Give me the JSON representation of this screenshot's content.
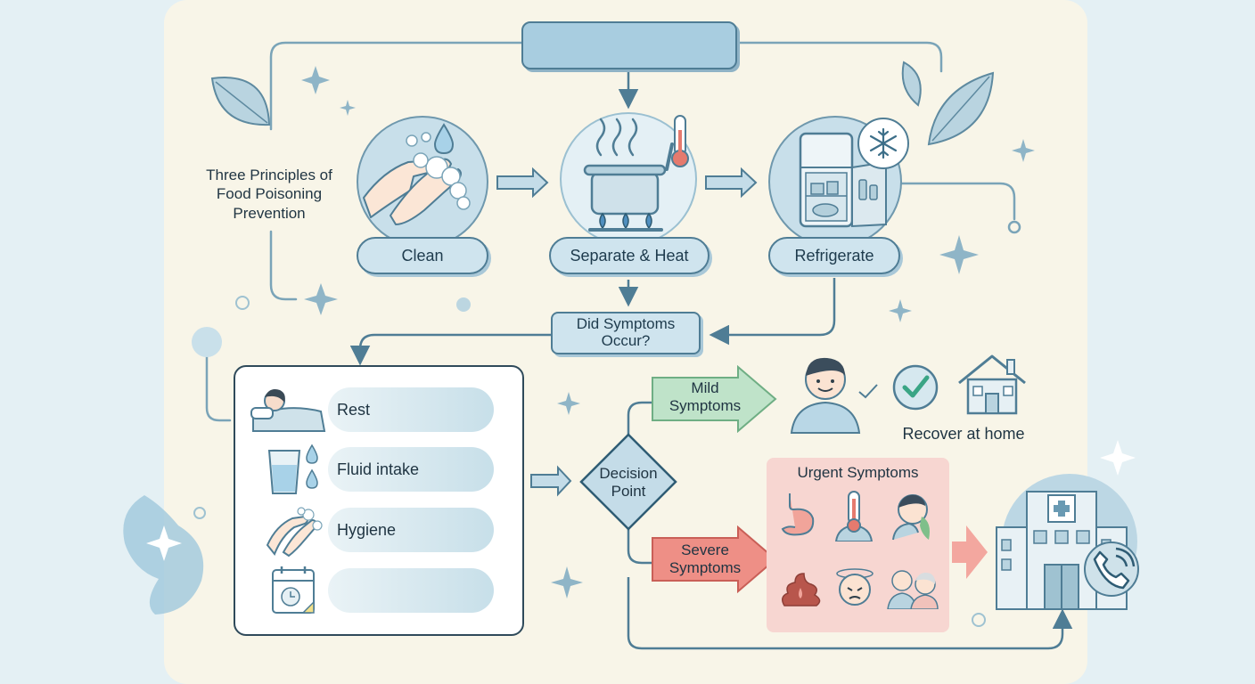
{
  "title": "Three Principles of Food Poisoning Prevention",
  "principles": [
    {
      "label": "Clean"
    },
    {
      "label": "Separate & Heat"
    },
    {
      "label": "Refrigerate"
    }
  ],
  "question": "Did Symptoms Occur?",
  "care_items": [
    {
      "label": "Rest"
    },
    {
      "label": "Fluid intake"
    },
    {
      "label": "Hygiene"
    },
    {
      "label": ""
    }
  ],
  "decision": "Decision Point",
  "mild": {
    "label": "Mild Symptoms",
    "outcome": "Recover at home"
  },
  "severe": {
    "label": "Severe Symptoms"
  },
  "urgent": {
    "title": "Urgent Symptoms"
  },
  "colors": {
    "accent": "#4f7d95",
    "mild": "#bfe3c9",
    "severe": "#ee8f86",
    "panel": "#f8f5e8"
  }
}
